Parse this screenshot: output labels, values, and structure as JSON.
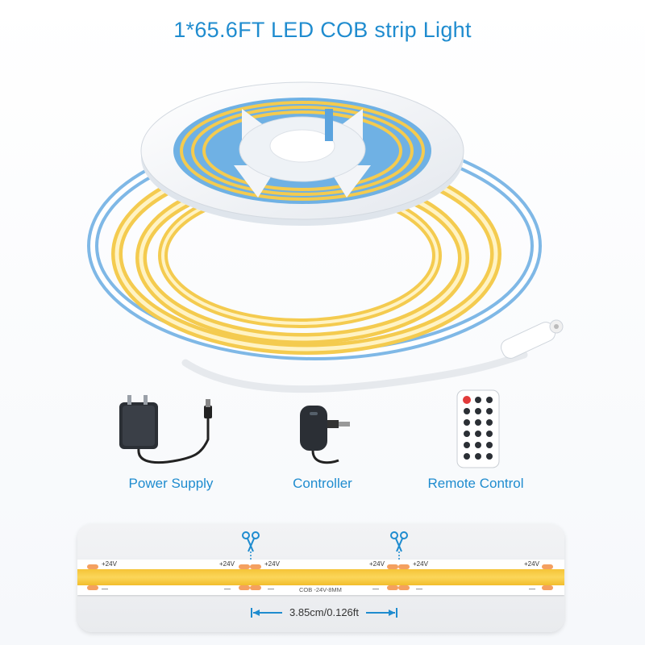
{
  "title": "1*65.6FT LED COB strip Light",
  "accessories": {
    "power_supply": "Power Supply",
    "controller": "Controller",
    "remote": "Remote Control"
  },
  "strip": {
    "plus_label": "+24V",
    "minus_label": "—",
    "code": "COB -24V-8MM",
    "cut_length": "3.85cm/0.126ft"
  },
  "colors": {
    "accent": "#1f8ccf",
    "led_yellow": "#f7c843",
    "pad_orange": "#f4a060"
  },
  "icons": [
    "scissors-icon",
    "power-adapter-icon",
    "controller-icon",
    "remote-icon",
    "led-reel-image"
  ]
}
